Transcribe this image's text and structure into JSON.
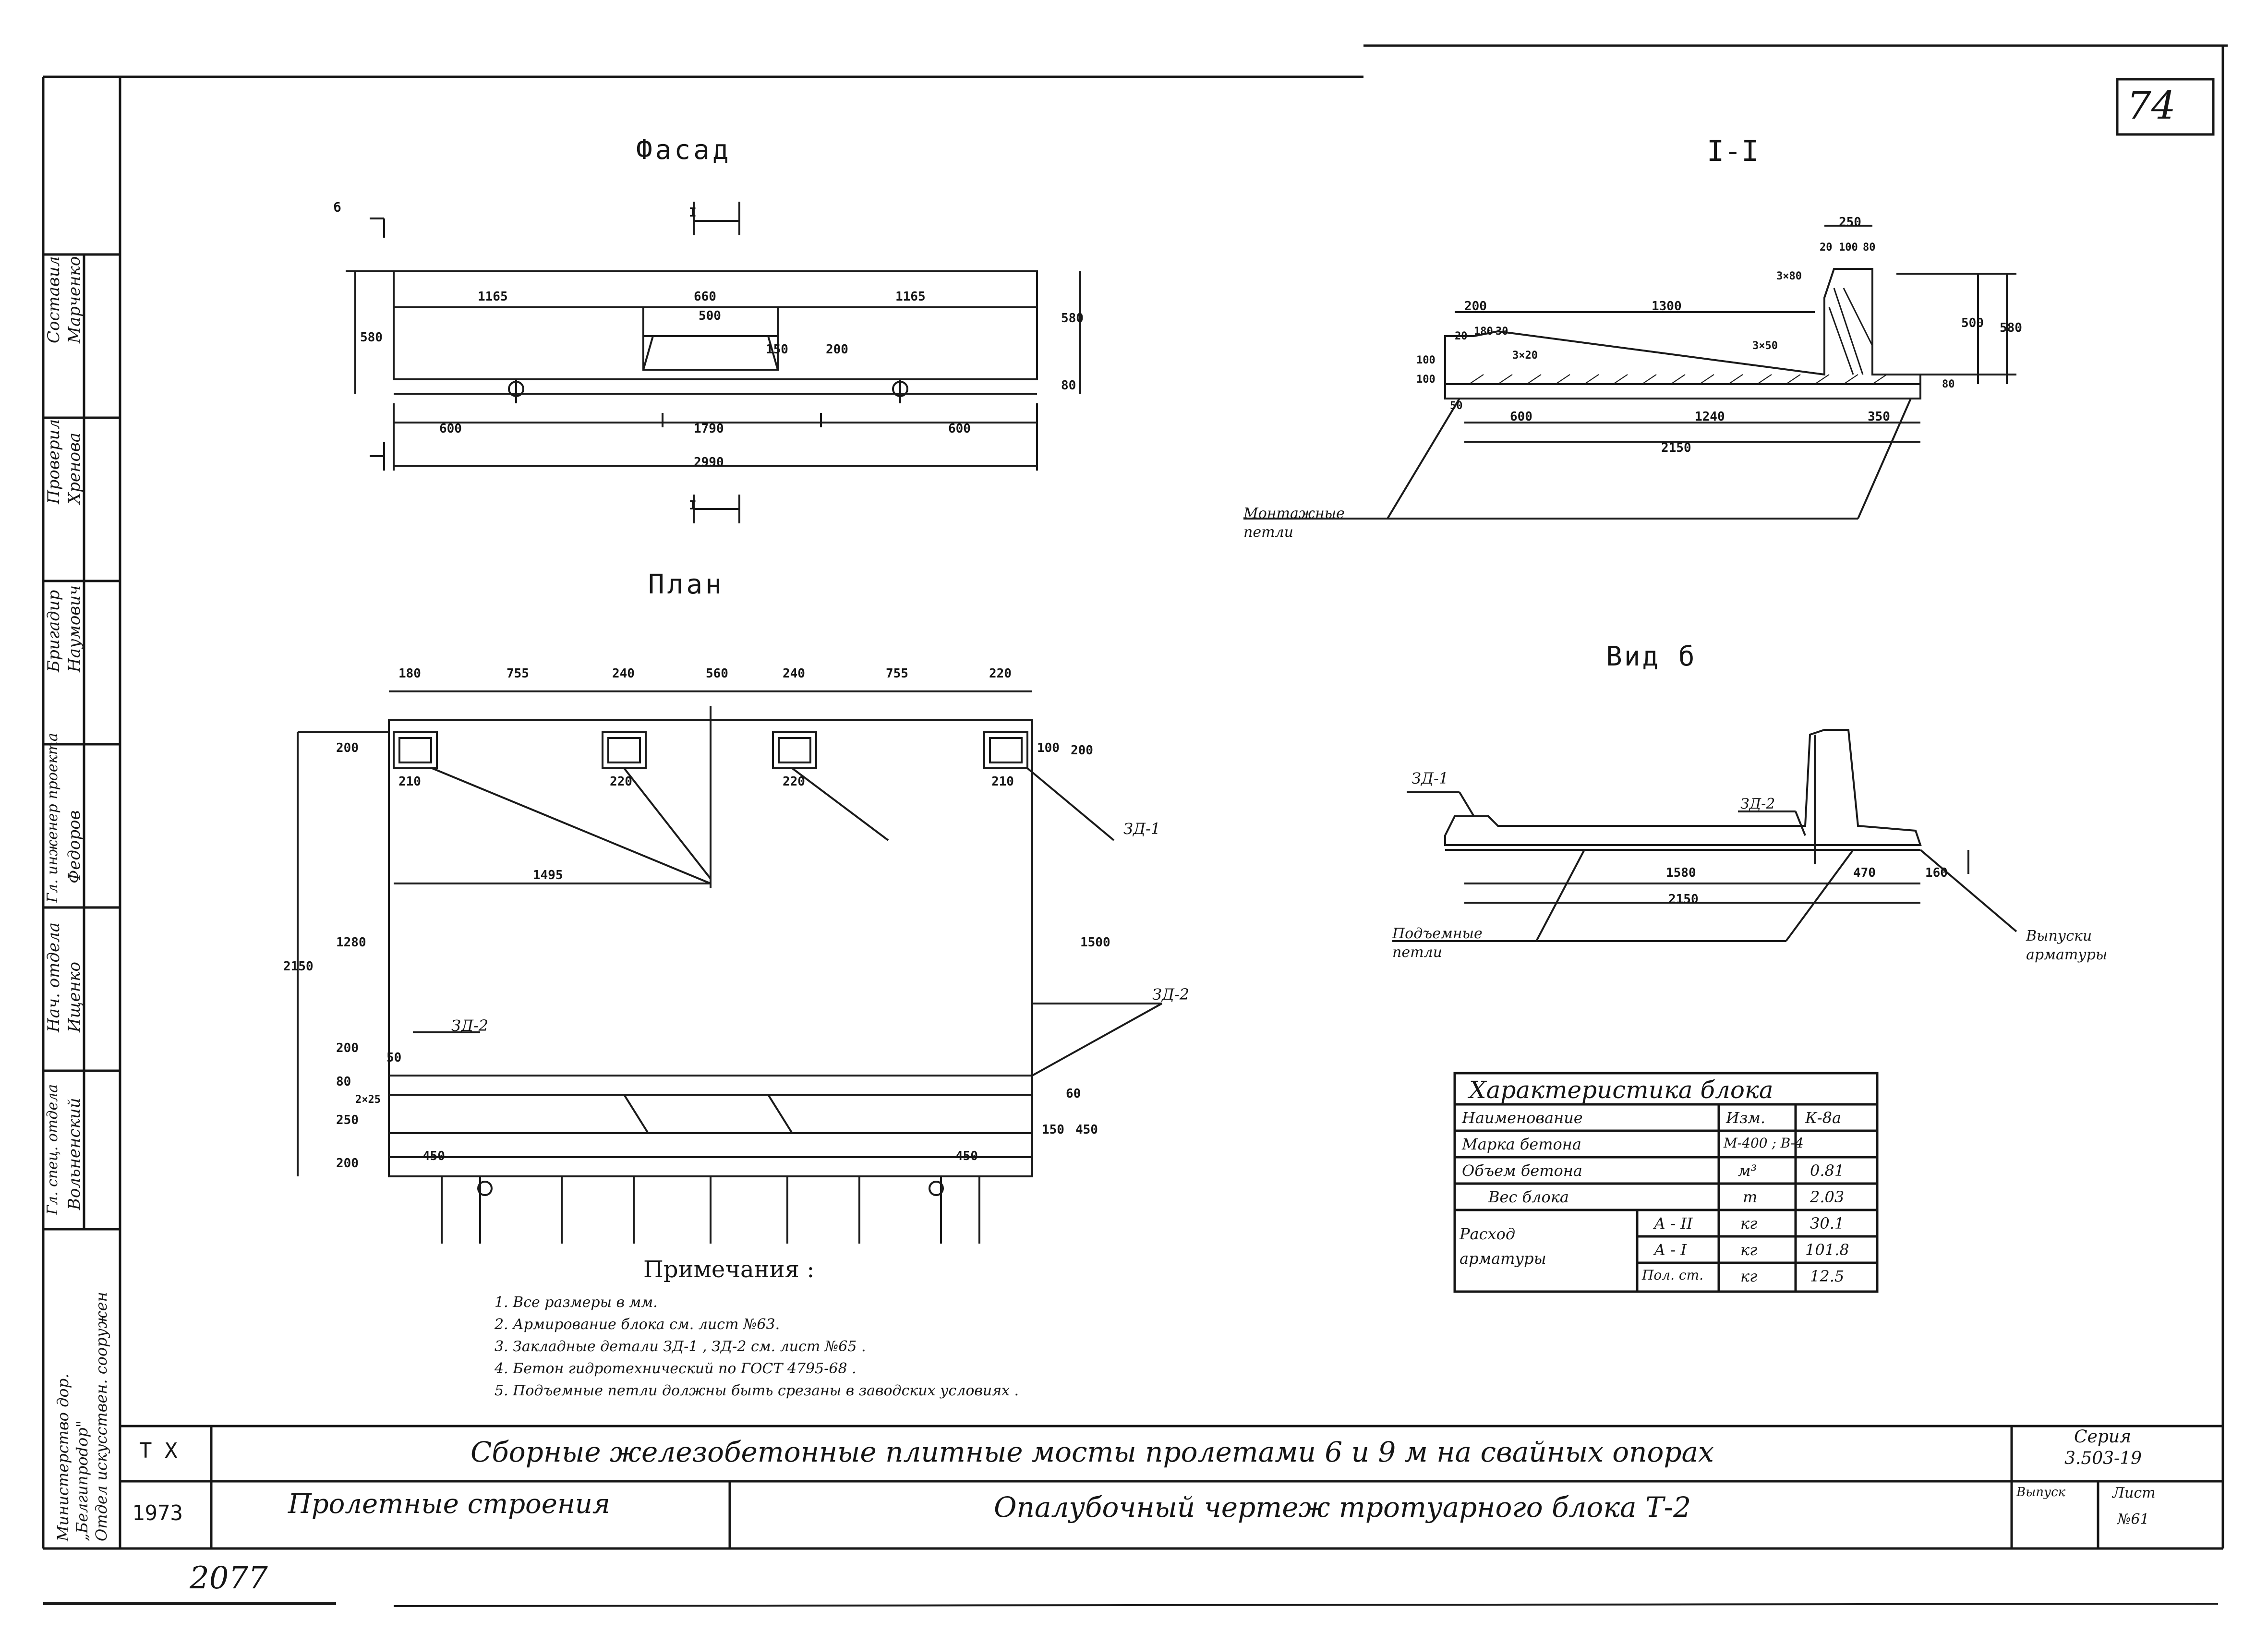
{
  "sheet_number": "74",
  "bottom_number": "2077",
  "facade": {
    "title": "Фасад",
    "section_marker": "I",
    "view_marker": "б",
    "dims": {
      "left_seg": "1165",
      "mid_seg": "660",
      "right_seg": "1165",
      "opening": "500",
      "small_a": "150",
      "small_b": "200",
      "height_left": "580",
      "height_right": "580",
      "foot_right": "80",
      "bot_left": "600",
      "bot_mid": "1790",
      "bot_right": "600",
      "total": "2990"
    }
  },
  "plan": {
    "title": "План",
    "top_dims": [
      "180",
      "755",
      "240",
      "560",
      "240",
      "755",
      "220"
    ],
    "pocket_widths": [
      "210",
      "220",
      "220",
      "210"
    ],
    "pocket_height": "200",
    "pocket_inner": "100",
    "center_dim": "1495",
    "left_vert": "1280",
    "right_vert": "1500",
    "total_vert": "2150",
    "left_small": [
      "200",
      "80",
      "250",
      "200"
    ],
    "right_small": [
      "60",
      "150",
      "450"
    ],
    "bot_left": "450",
    "bot_right": "450",
    "small_mark": "2×25",
    "part_50": "50",
    "label_zd1": "ЗД-1",
    "label_zd2_left": "ЗД-2",
    "label_zd2_right": "ЗД-2"
  },
  "section": {
    "title": "I-I",
    "dims": {
      "top_total": "250",
      "top_parts": [
        "20",
        "100",
        "80"
      ],
      "chamfer": "3×80",
      "left_200": "200",
      "mid_1300": "1300",
      "small_180": "180",
      "small_30": "30",
      "small_20": "20",
      "r20": "3×20",
      "r50": "3×50",
      "h500": "500",
      "h580": "580",
      "h100a": "100",
      "h100b": "100",
      "h80": "80",
      "b600": "600",
      "b1240": "1240",
      "b350": "350",
      "b2150": "2150",
      "b50": "50"
    },
    "callout": "Монтажные петли"
  },
  "view_b": {
    "title": "Вид б",
    "label_zd1": "ЗД-1",
    "label_zd2": "ЗД-2",
    "dims": {
      "d1580": "1580",
      "d470": "470",
      "d160": "160",
      "d2150": "2150"
    },
    "callout_left": "Подъемные петли",
    "callout_right": "Выпуски арматуры"
  },
  "notes": {
    "heading": "Примечания :",
    "items": [
      "1. Все размеры в мм.",
      "2. Армирование блока см. лист №63.",
      "3. Закладные детали ЗД-1 , ЗД-2 см. лист №65 .",
      "4. Бетон гидротехнический по ГОСТ 4795-68 .",
      "5. Подъемные петли должны быть срезаны в заводских условиях ."
    ]
  },
  "characteristics": {
    "title": "Характеристика блока",
    "rows": [
      {
        "name": "Наименование",
        "unit": "Изм.",
        "value": "К-8а"
      },
      {
        "name": "Марка бетона",
        "unit": "М-400 ; В-4",
        "value": ""
      },
      {
        "name": "Объем бетона",
        "unit": "м³",
        "value": "0.81"
      },
      {
        "name": "Вес блока",
        "unit": "т",
        "value": "2.03"
      }
    ],
    "rebar_label": "Расход арматуры",
    "rebar_rows": [
      {
        "type": "А - II",
        "unit": "кг",
        "value": "30.1"
      },
      {
        "type": "А - I",
        "unit": "кг",
        "value": "101.8"
      },
      {
        "type": "Пол. ст.",
        "unit": "кг",
        "value": "12.5"
      }
    ]
  },
  "title_block": {
    "code": "Т Х",
    "year": "1973",
    "main_title": "Сборные железобетонные плитные мосты пролетами 6 и 9 м на свайных опорах",
    "section_name": "Пролетные строения",
    "drawing_title": "Опалубочный чертеж тротуарного блока Т-2",
    "series_label": "Серия",
    "series_value": "3.503-19",
    "issue_label": "Выпуск",
    "sheet_label": "Лист",
    "sheet_value": "№61",
    "org": [
      "Отдел искусствен. сооружен",
      "„Белгипроdор\"",
      "Министерство дор."
    ]
  },
  "signatures": [
    {
      "role": "Составил",
      "name": "Марченко"
    },
    {
      "role": "Проверил",
      "name": "Хренова"
    },
    {
      "role": "Бригадир",
      "name": "Наумович"
    },
    {
      "role": "Гл. инженер проекта",
      "name": "Федоров"
    },
    {
      "role": "Нач. отдела",
      "name": "Ищенко"
    },
    {
      "role": "Гл. спец. отдела",
      "name": "Вольненский"
    }
  ]
}
